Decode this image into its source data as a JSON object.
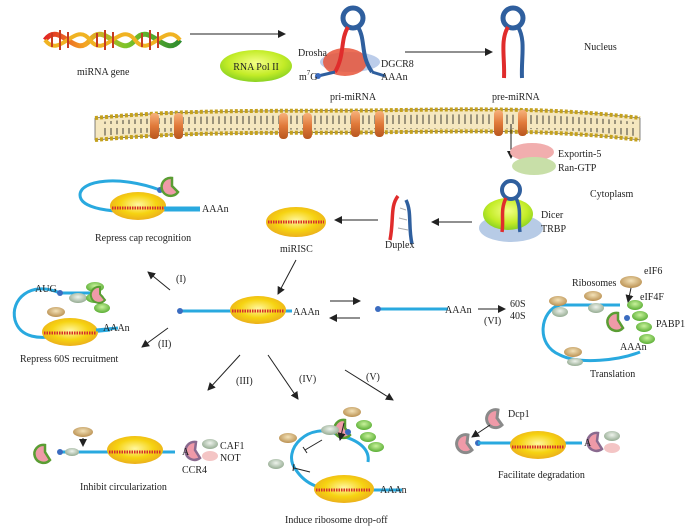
{
  "nucleus": {
    "region_label": "Nucleus",
    "gene_label": "miRNA gene",
    "polymerase_label": "RNA Pol II",
    "drosha_label": "Drosha",
    "dgcr8_label": "DGCR8",
    "cap_label": "m",
    "cap_sup": "7",
    "cap_suffix": "G",
    "polya_label": "AAAn",
    "pri_label": "pri-miRNA",
    "pre_label": "pre-miRNA"
  },
  "export": {
    "exportin_label": "Exportin-5",
    "ran_label": "Ran-GTP"
  },
  "cytoplasm": {
    "region_label": "Cytoplasm",
    "dicer_label": "Dicer",
    "trbp_label": "TRBP",
    "duplex_label": "Duplex",
    "mirisc_label": "miRISC",
    "center_polya_label": "AAAn",
    "free_polya_label": "AAAn"
  },
  "mechanisms": {
    "I": {
      "numeral": "(I)",
      "polya": "AAAn",
      "caption": "Repress cap recognition"
    },
    "II": {
      "numeral": "(II)",
      "aug": "AUG",
      "polya": "AAAn",
      "caption": "Repress 60S recruitment"
    },
    "III": {
      "numeral": "(III)",
      "a_label": "A",
      "caf1": "CAF1",
      "not": "NOT",
      "ccr4": "CCR4",
      "caption": "Inhibit circularization"
    },
    "IV": {
      "numeral": "(IV)",
      "polya": "AAAn",
      "caption": "Induce ribosome drop-off"
    },
    "V": {
      "numeral": "(V)",
      "dcp1": "Dcp1",
      "a_label": "A",
      "caption": "Facilitate degradation"
    },
    "VI": {
      "numeral": "(VI)",
      "ribosomes": "Ribosomes",
      "eif6": "eIF6",
      "s60": "60S",
      "s40": "40S",
      "eif4f": "eIF4F",
      "pabp1": "PABP1",
      "polya": "AAAn",
      "caption": "Translation"
    }
  },
  "colors": {
    "rna": "#29a9df",
    "cap": "#3b6cc0",
    "risc": "#f6cf0c",
    "seed": "#d42d2d",
    "membrane": "#e07b3e",
    "exportin": "#f1aeae",
    "ran": "#c8dfa8",
    "eif4f": "#ef9aa8",
    "pabp": "#6cbd3c"
  }
}
